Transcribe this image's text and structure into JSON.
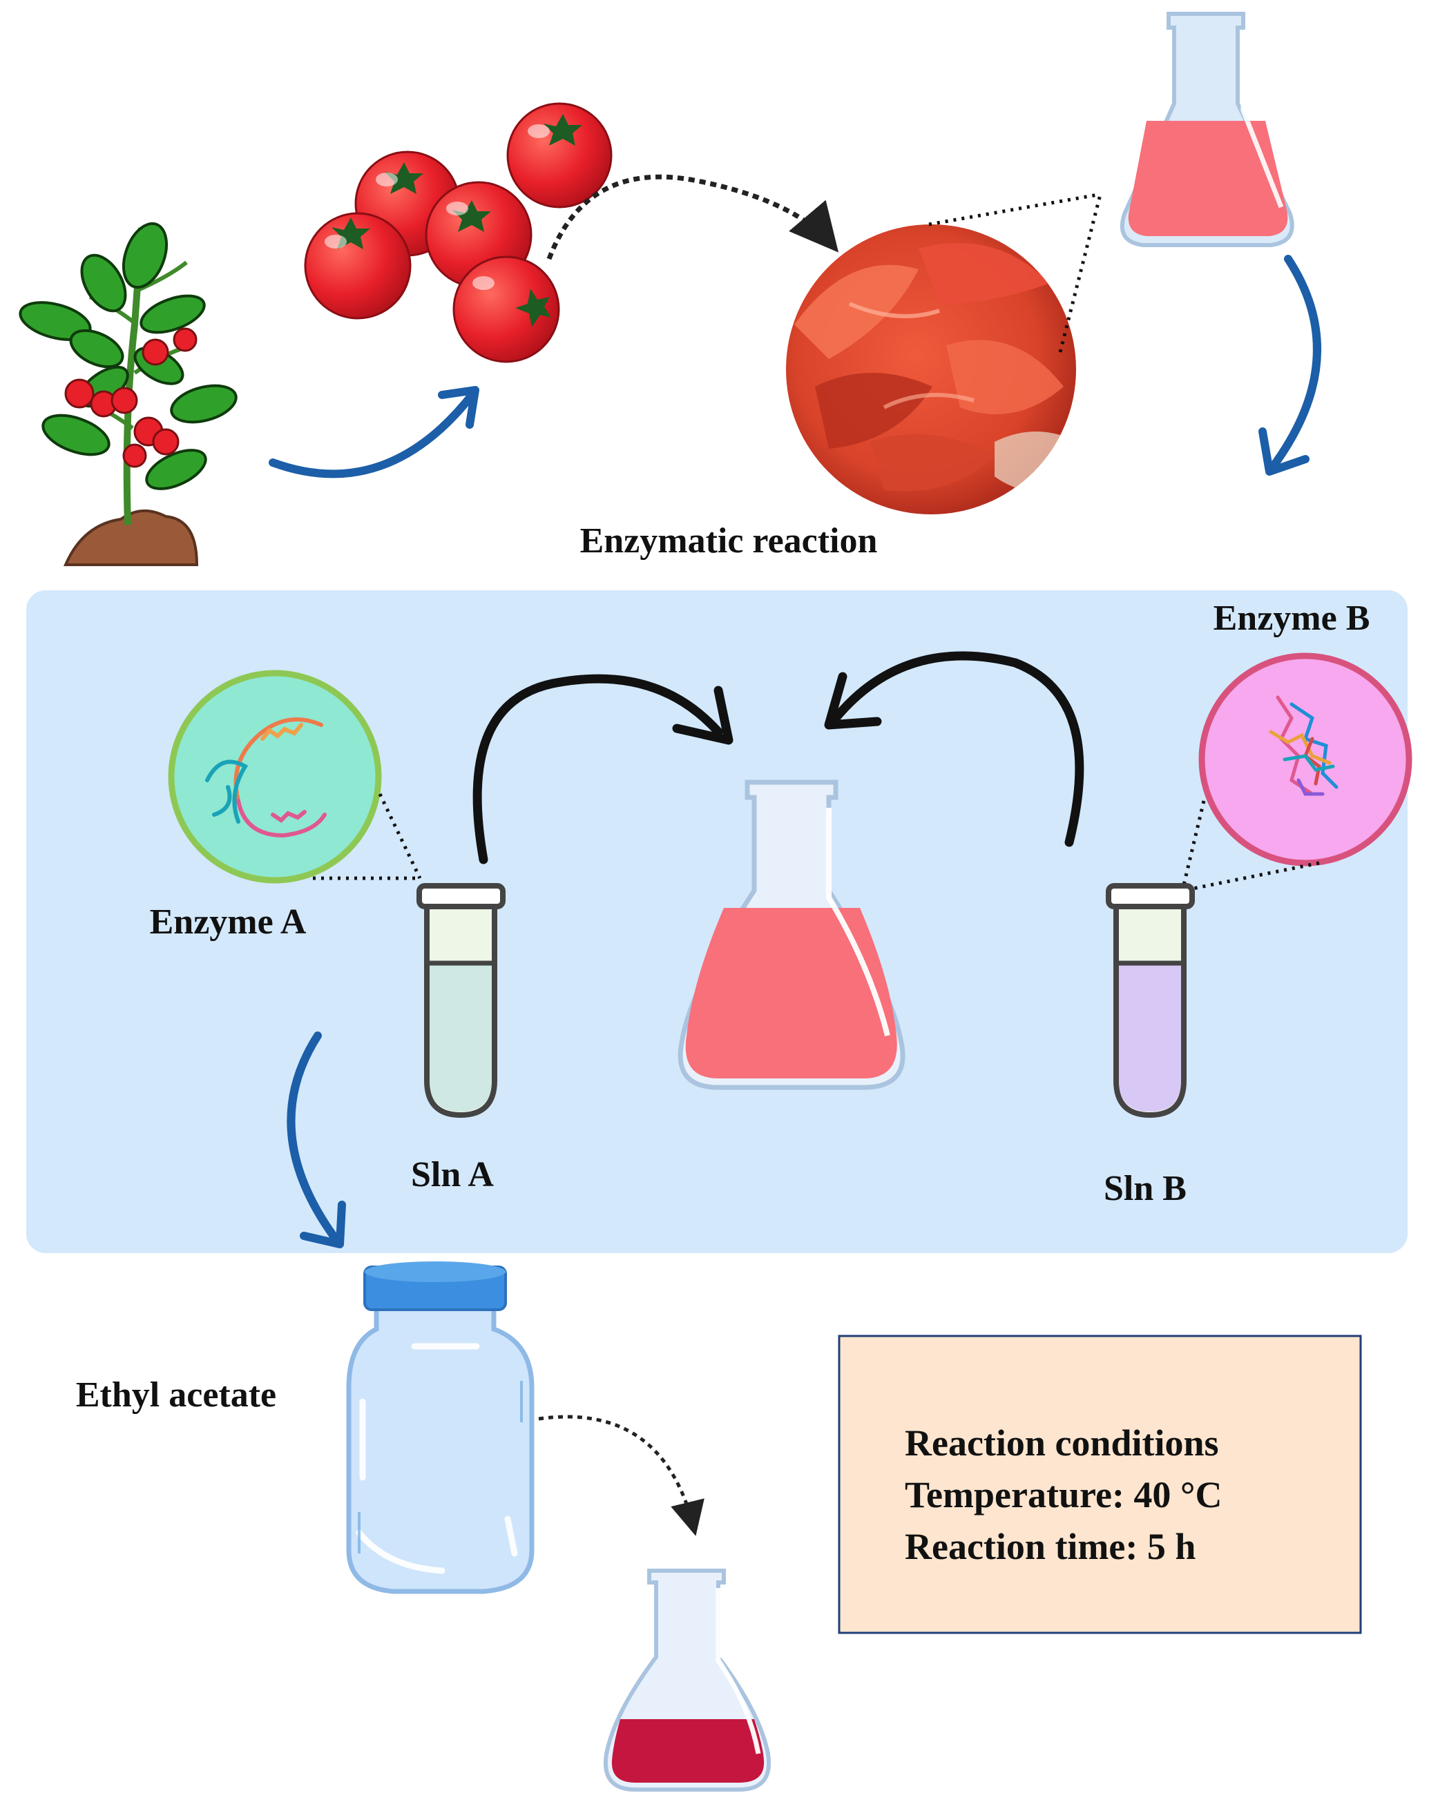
{
  "labels": {
    "enzymatic_reaction": "Enzymatic reaction",
    "enzyme_a": "Enzyme A",
    "enzyme_b": "Enzyme B",
    "sln_a": "Sln A",
    "sln_b": "Sln B",
    "ethyl_acetate": "Ethyl acetate"
  },
  "conditions": {
    "title": "Reaction conditions",
    "temperature": "Temperature: 40 °C",
    "time": "Reaction time: 5 h"
  },
  "colors": {
    "panel": "#d3e8fb",
    "conditions_box": "#fde5cf",
    "conditions_border": "#1f3f77",
    "arrow_blue": "#1c5ea8",
    "arrow_black": "#111111",
    "tomato": "#e8202a",
    "flask_liquid": "#f7707a",
    "final_liquid": "#c4163e",
    "sln_a_liquid": "#cfe8e4",
    "sln_b_liquid": "#d8c8f6",
    "enzyme_a_circle": "#8fe8d2",
    "enzyme_a_ring": "#8ec854",
    "enzyme_b_circle": "#f7a8ee",
    "enzyme_b_ring": "#d8527e"
  },
  "icons": [
    "tomato-plant-icon",
    "tomatoes-icon",
    "tomato-peel-photo",
    "flask-icon",
    "test-tube-icon",
    "protein-structure-icon",
    "jar-icon"
  ]
}
